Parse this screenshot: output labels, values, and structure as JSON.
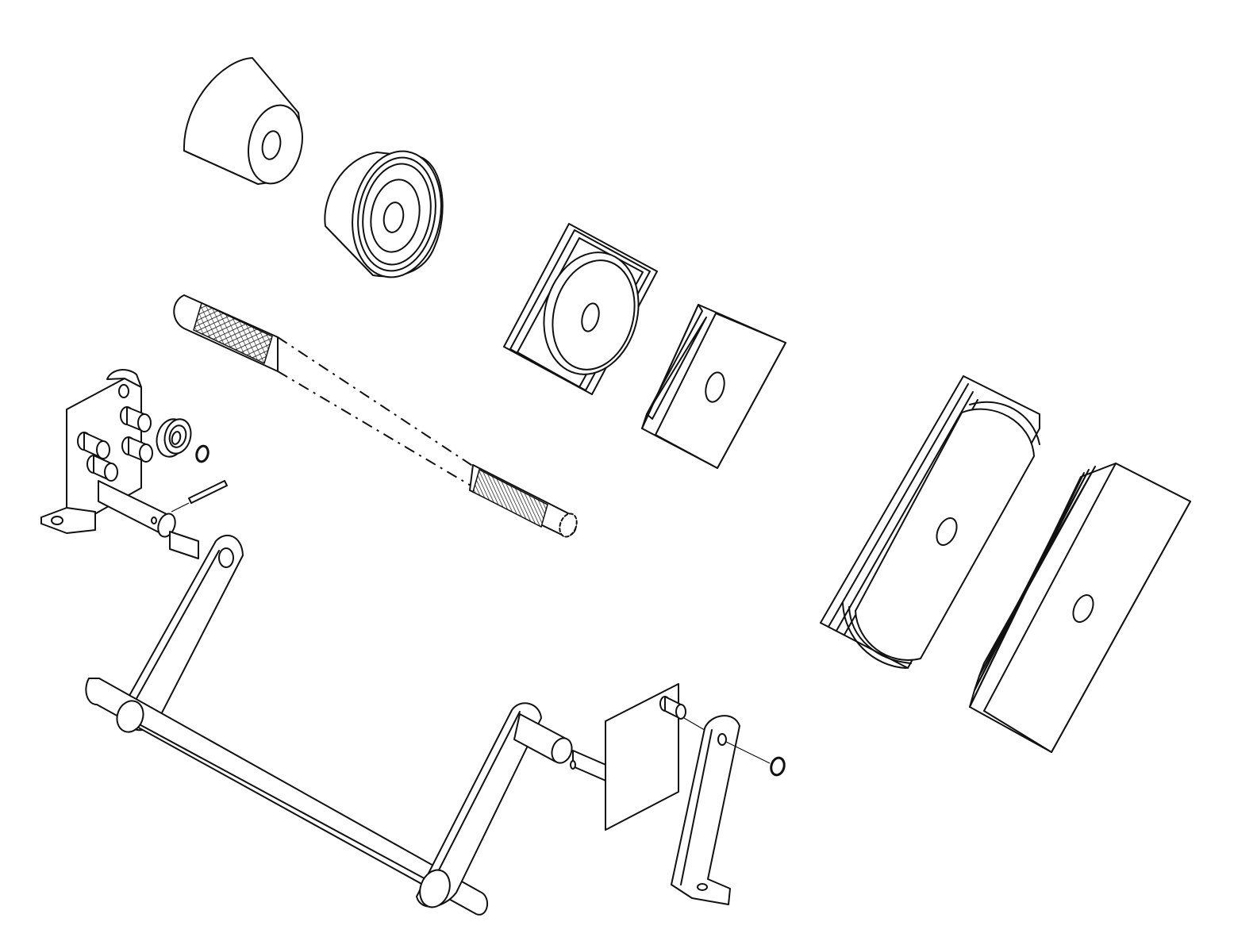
{
  "diagram": {
    "type": "exploded-assembly-line-drawing",
    "line_color": "#111111",
    "background": "#ffffff",
    "parts": [
      {
        "id": "cone-small",
        "kind": "conical adapter"
      },
      {
        "id": "cone-large",
        "kind": "stepped conical adapter"
      },
      {
        "id": "square-plate-round-recess",
        "kind": "square block with circular recess"
      },
      {
        "id": "square-plate-flat",
        "kind": "square flat plate with center hole"
      },
      {
        "id": "threaded-shaft",
        "kind": "long threaded shaft"
      },
      {
        "id": "left-bracket",
        "kind": "mounting bracket with pins"
      },
      {
        "id": "bearing",
        "kind": "ball bearing"
      },
      {
        "id": "retaining-ring-left",
        "kind": "snap ring"
      },
      {
        "id": "pin",
        "kind": "dowel pin"
      },
      {
        "id": "crank-frame",
        "kind": "crank arms with cross bar"
      },
      {
        "id": "right-plate",
        "kind": "small mounting plate with stud"
      },
      {
        "id": "right-bracket",
        "kind": "L-shaped bracket"
      },
      {
        "id": "retaining-ring-right",
        "kind": "snap ring"
      },
      {
        "id": "long-block-recessed",
        "kind": "long block with radiused recess"
      },
      {
        "id": "long-block-flat",
        "kind": "long flat block with center hole"
      }
    ]
  }
}
